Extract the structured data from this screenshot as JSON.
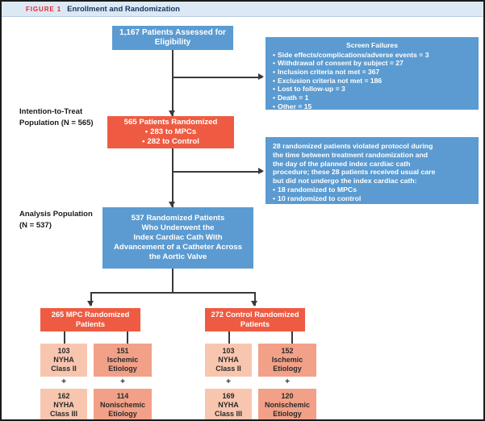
{
  "header": {
    "tag": "FIGURE 1",
    "title": "Enrollment and Randomization"
  },
  "nodes": {
    "assessed": {
      "line1": "1,167 Patients Assessed for",
      "line2": "Eligibility"
    },
    "randomized": {
      "title": "565 Patients Randomized",
      "b1": "283 to MPCs",
      "b2": "282 to Control"
    },
    "analysis": {
      "l1": "537 Randomized Patients",
      "l2": "Who Underwent the",
      "l3": "Index Cardiac Cath With",
      "l4": "Advancement of a Catheter Across",
      "l5": "the Aortic Valve"
    },
    "screen_failures": {
      "title": "Screen Failures",
      "items": [
        "Side effects/complications/adverse events = 3",
        "Withdrawal of consent by subject = 27",
        "Inclusion criteria not met = 367",
        "Exclusion criteria not met = 186",
        "Lost to follow-up = 3",
        "Death = 1",
        "Other = 15"
      ]
    },
    "protocol_violation": {
      "l1": "28 randomized patients violated protocol during",
      "l2": "the time between treatment randomization and",
      "l3": "the day of the planned index cardiac cath",
      "l4": "procedure; these 28 patients received usual care",
      "l5": "but did not undergo the index cardiac cath:",
      "items": [
        "18 randomized to MPCs",
        "10 randomized to control"
      ]
    },
    "mpc_arm": {
      "l1": "265 MPC Randomized",
      "l2": "Patients"
    },
    "control_arm": {
      "l1": "272 Control Randomized",
      "l2": "Patients"
    },
    "leaves": [
      {
        "n": "103",
        "l2": "NYHA",
        "l3": "Class II"
      },
      {
        "n": "151",
        "l2": "Ischemic",
        "l3": "Etiology"
      },
      {
        "n": "103",
        "l2": "NYHA",
        "l3": "Class II"
      },
      {
        "n": "152",
        "l2": "Ischemic",
        "l3": "Etiology"
      },
      {
        "n": "162",
        "l2": "NYHA",
        "l3": "Class III"
      },
      {
        "n": "114",
        "l2": "Nonischemic",
        "l3": "Etiology"
      },
      {
        "n": "169",
        "l2": "NYHA",
        "l3": "Class III"
      },
      {
        "n": "120",
        "l2": "Nonischemic",
        "l3": "Etiology"
      }
    ],
    "plus": "+"
  },
  "side_labels": {
    "itt_l1": "Intention-to-Treat",
    "itt_l2": "Population (N = 565)",
    "analysis_l1": "Analysis Population",
    "analysis_l2": "(N = 537)"
  },
  "colors": {
    "blue": "#5b9bd1",
    "red": "#ef5b42",
    "pink_light": "#f8c6af",
    "pink_dark": "#f2a188",
    "header_band": "#dce9f5",
    "tag_red": "#e0262b",
    "title_navy": "#16325c",
    "connector": "#3a3a3a"
  }
}
